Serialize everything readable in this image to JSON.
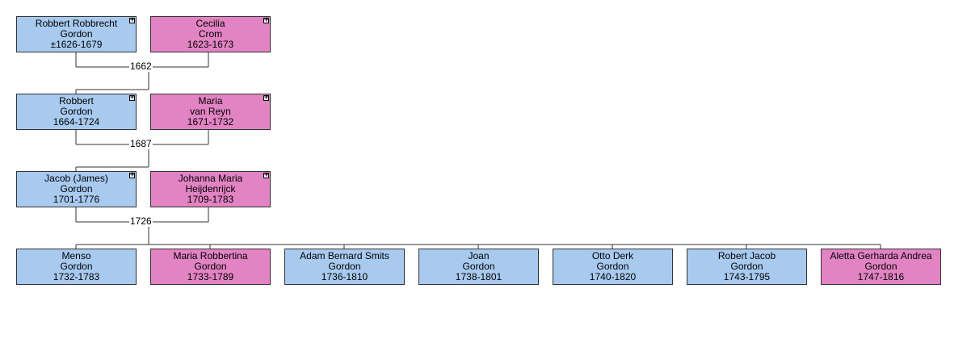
{
  "colors": {
    "male": "#a8caef",
    "female": "#e283c3",
    "line": "#333333"
  },
  "generations": [
    {
      "father": {
        "lines": [
          "Robbert Robbrecht",
          "Gordon",
          "±1626-1679"
        ],
        "sex": "male",
        "expandable": true,
        "icon": "plus-icon"
      },
      "mother": {
        "lines": [
          "Cecilia",
          "Crom",
          "1623-1673"
        ],
        "sex": "female",
        "expandable": true,
        "icon": "plus-icon"
      },
      "marriage_year": "1662"
    },
    {
      "father": {
        "lines": [
          "Robbert",
          "Gordon",
          "1664-1724"
        ],
        "sex": "male",
        "expandable": true,
        "icon": "plus-icon"
      },
      "mother": {
        "lines": [
          "Maria",
          "van Reyn",
          "1671-1732"
        ],
        "sex": "female",
        "expandable": true,
        "icon": "plus-icon"
      },
      "marriage_year": "1687"
    },
    {
      "father": {
        "lines": [
          "Jacob (James)",
          "Gordon",
          "1701-1776"
        ],
        "sex": "male",
        "expandable": true,
        "icon": "plus-icon"
      },
      "mother": {
        "lines": [
          "Johanna Maria",
          "Heijdenrijck",
          "1709-1783"
        ],
        "sex": "female",
        "expandable": true,
        "icon": "plus-icon"
      },
      "marriage_year": "1726"
    }
  ],
  "children": [
    {
      "lines": [
        "Menso",
        "Gordon",
        "1732-1783"
      ],
      "sex": "male"
    },
    {
      "lines": [
        "Maria Robbertina",
        "Gordon",
        "1733-1789"
      ],
      "sex": "female"
    },
    {
      "lines": [
        "Adam Bernard Smits",
        "Gordon",
        "1736-1810"
      ],
      "sex": "male"
    },
    {
      "lines": [
        "Joan",
        "Gordon",
        "1738-1801"
      ],
      "sex": "male"
    },
    {
      "lines": [
        "Otto Derk",
        "Gordon",
        "1740-1820"
      ],
      "sex": "male"
    },
    {
      "lines": [
        "Robert Jacob",
        "Gordon",
        "1743-1795"
      ],
      "sex": "male"
    },
    {
      "lines": [
        "Aletta Gerharda Andrea",
        "Gordon",
        "1747-1816"
      ],
      "sex": "female"
    }
  ]
}
